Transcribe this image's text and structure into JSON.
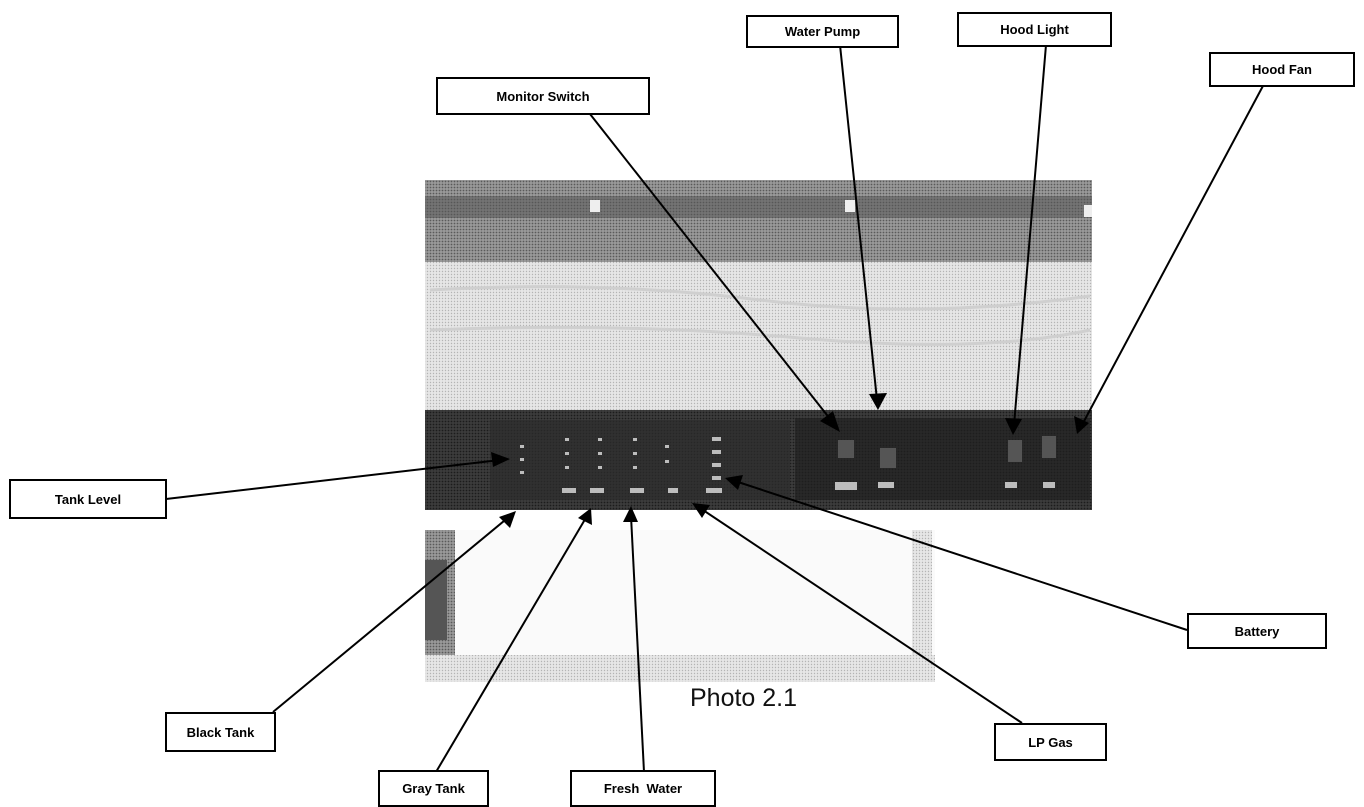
{
  "caption": "Photo 2.1",
  "labels": {
    "water_pump": "Water Pump",
    "hood_light": "Hood Light",
    "hood_fan": "Hood Fan",
    "monitor_switch": "Monitor Switch",
    "tank_level": "Tank Level",
    "battery": "Battery",
    "black_tank": "Black Tank",
    "gray_tank": "Gray Tank",
    "fresh_water": "Fresh  Water",
    "lp_gas": "LP Gas"
  },
  "colors": {
    "line": "#000000",
    "label_border": "#000000",
    "cabinet_dark": "#3a3a3a",
    "panel_dark": "#262626",
    "counter_light": "#d8d8d8"
  }
}
